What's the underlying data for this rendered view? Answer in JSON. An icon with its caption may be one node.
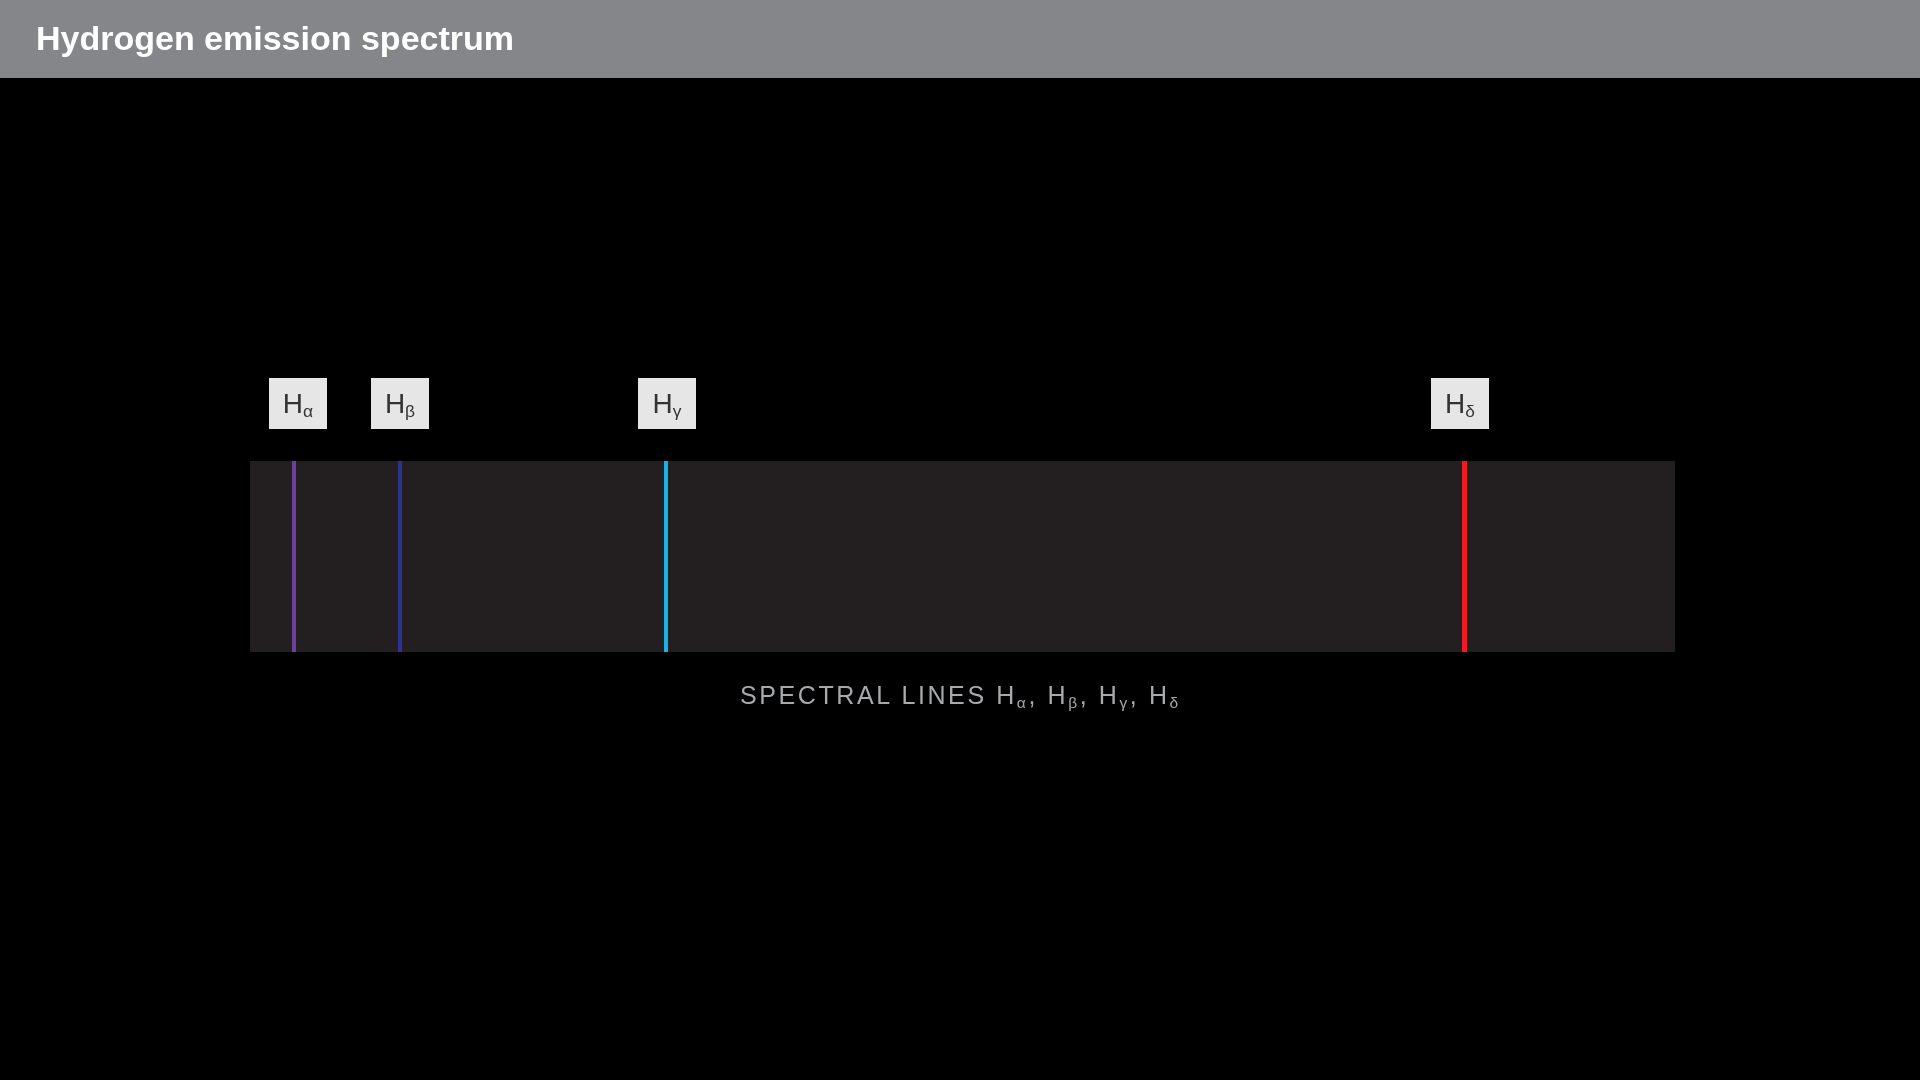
{
  "diagram": {
    "title": "Hydrogen emission spectrum",
    "caption": "SPECTRAL LINES H$_{α}$, H$_{β}$, H$_{γ}$, H$_{δ}$",
    "nodes": [
      {
        "text": [
          "H$_{α}$"
        ]
      },
      {
        "text": [
          "H$_{β}$"
        ]
      },
      {
        "text": [
          "H$_{γ}$"
        ]
      },
      {
        "text": [
          "H$_{δ}$"
        ]
      }
    ]
  }
}
